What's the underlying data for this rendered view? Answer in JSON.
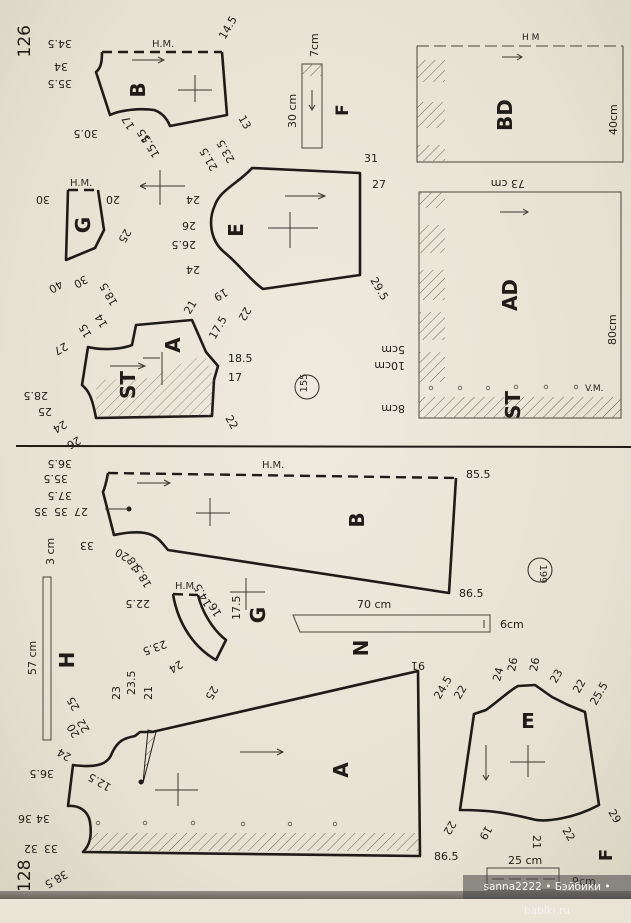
{
  "page": {
    "page_numbers": [
      "126",
      "128"
    ],
    "figure_numbers": [
      "155",
      "199"
    ],
    "watermark": "sanna2222 • Бэйбики • babiki.ru"
  },
  "top_section": {
    "pieces": {
      "B": {
        "label": "B",
        "grain": "H.M.",
        "measures": [
          "34.5",
          "34",
          "35.5",
          "30.5",
          "17",
          "15",
          "15.5",
          "13",
          "14.5"
        ]
      },
      "G": {
        "label": "G",
        "grain": "H.M.",
        "measures": [
          "30",
          "20",
          "25",
          "30",
          "40"
        ]
      },
      "E": {
        "label": "E",
        "measures": [
          "23.5",
          "21.5",
          "24",
          "26",
          "26.5",
          "24",
          "19",
          "22",
          "31",
          "27",
          "29.5"
        ]
      },
      "A": {
        "label": "A",
        "measures": [
          "27",
          "15",
          "14",
          "18.5",
          "21",
          "17.5",
          "18.5",
          "17",
          "22",
          "28.5",
          "25",
          "24",
          "26"
        ]
      },
      "ST": {
        "label": "ST"
      },
      "F": {
        "label": "F",
        "width": "30 cm",
        "height": "7cm"
      },
      "BD": {
        "label": "BD",
        "grain": "H M",
        "width": "40cm"
      },
      "AD": {
        "label": "AD",
        "width": "80cm",
        "length": "73 cm",
        "marks": [
          "8cm",
          "10cm",
          "5cm"
        ],
        "grain": "V.M.",
        "st_label": "ST"
      }
    }
  },
  "bottom_section": {
    "pieces": {
      "B": {
        "label": "B",
        "grain": "H.M.",
        "measures": [
          "36.5",
          "35.5",
          "37.5",
          "35",
          "35",
          "27",
          "33",
          "20",
          "18",
          "18.5",
          "85.5",
          "86.5"
        ]
      },
      "G": {
        "label": "G",
        "grain": "H.M",
        "measures": [
          "22.5",
          "14.5",
          "16",
          "17.5",
          "23.5",
          "24",
          "25"
        ]
      },
      "N": {
        "label": "N",
        "width": "70 cm",
        "height": "6cm"
      },
      "H": {
        "label": "H",
        "width": "57 cm",
        "height": "3 cm"
      },
      "A": {
        "label": "A",
        "measures": [
          "36.5",
          "24",
          "20",
          "22",
          "25",
          "23",
          "23.5",
          "21",
          "12.5",
          "34",
          "36",
          "33",
          "32",
          "38.5",
          "91",
          "86.5"
        ]
      },
      "E": {
        "label": "E",
        "measures": [
          "24.5",
          "22",
          "24",
          "26",
          "26",
          "23",
          "22",
          "25.5",
          "29",
          "22",
          "19",
          "21",
          "22"
        ]
      },
      "F": {
        "label": "F",
        "width": "25 cm",
        "height": "9cm"
      }
    }
  }
}
